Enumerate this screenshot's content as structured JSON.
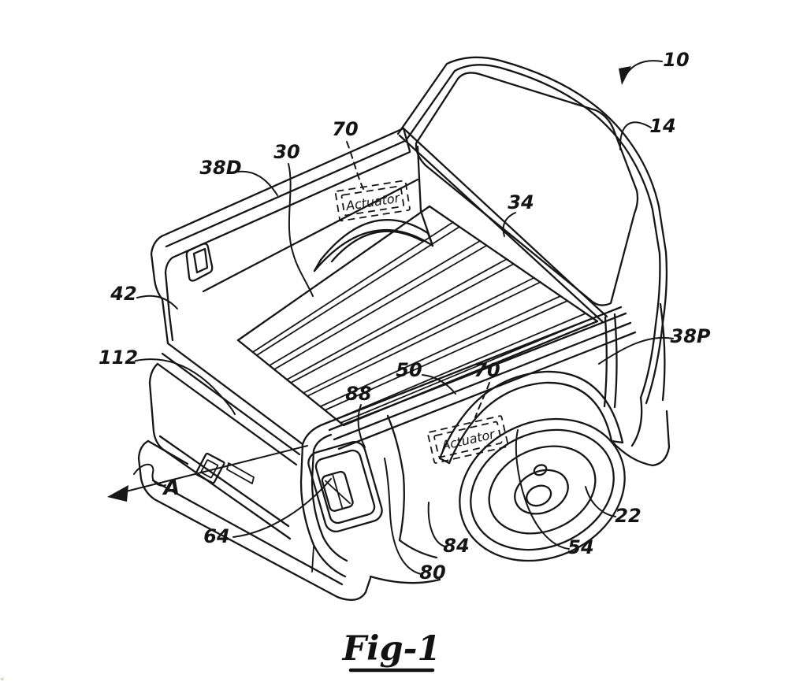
{
  "page": {
    "background_color": "#ffffff",
    "ink_color": "#161616"
  },
  "figure": {
    "caption": "Fig-1",
    "direction_arrow_label": "A",
    "callouts": {
      "front_actuator": "Actuator",
      "side_actuator": "Actuator"
    },
    "labels": {
      "r10": "10",
      "r14": "14",
      "r70_front": "70",
      "r30": "30",
      "r38d": "38D",
      "r34": "34",
      "r42": "42",
      "r112": "112",
      "r38p": "38P",
      "r50": "50",
      "r70_side": "70",
      "r88": "88",
      "r64": "64",
      "r84": "84",
      "r80": "80",
      "r54": "54",
      "r22": "22"
    }
  }
}
